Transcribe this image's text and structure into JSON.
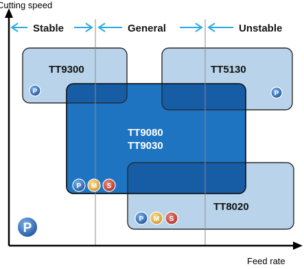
{
  "axes": {
    "y_label": "Cutting speed",
    "x_label": "Feed rate"
  },
  "zones": [
    "Stable",
    "General",
    "Unstable"
  ],
  "grades": {
    "tt9300": "TT9300",
    "tt5130": "TT5130",
    "tt9080": "TT9080",
    "tt9030": "TT9030",
    "tt8020": "TT8020"
  },
  "badges": {
    "p": "P",
    "m": "M",
    "s": "S"
  },
  "colors": {
    "light_box": "#b9d4ea",
    "dark_box": "#1f74c2",
    "overlap": "#175da6",
    "box_stroke": "#222222",
    "zone_arrow": "#2aa9e0",
    "badge_p": "#1b67b8",
    "badge_m": "#e2a93c",
    "badge_s": "#c8463c"
  }
}
